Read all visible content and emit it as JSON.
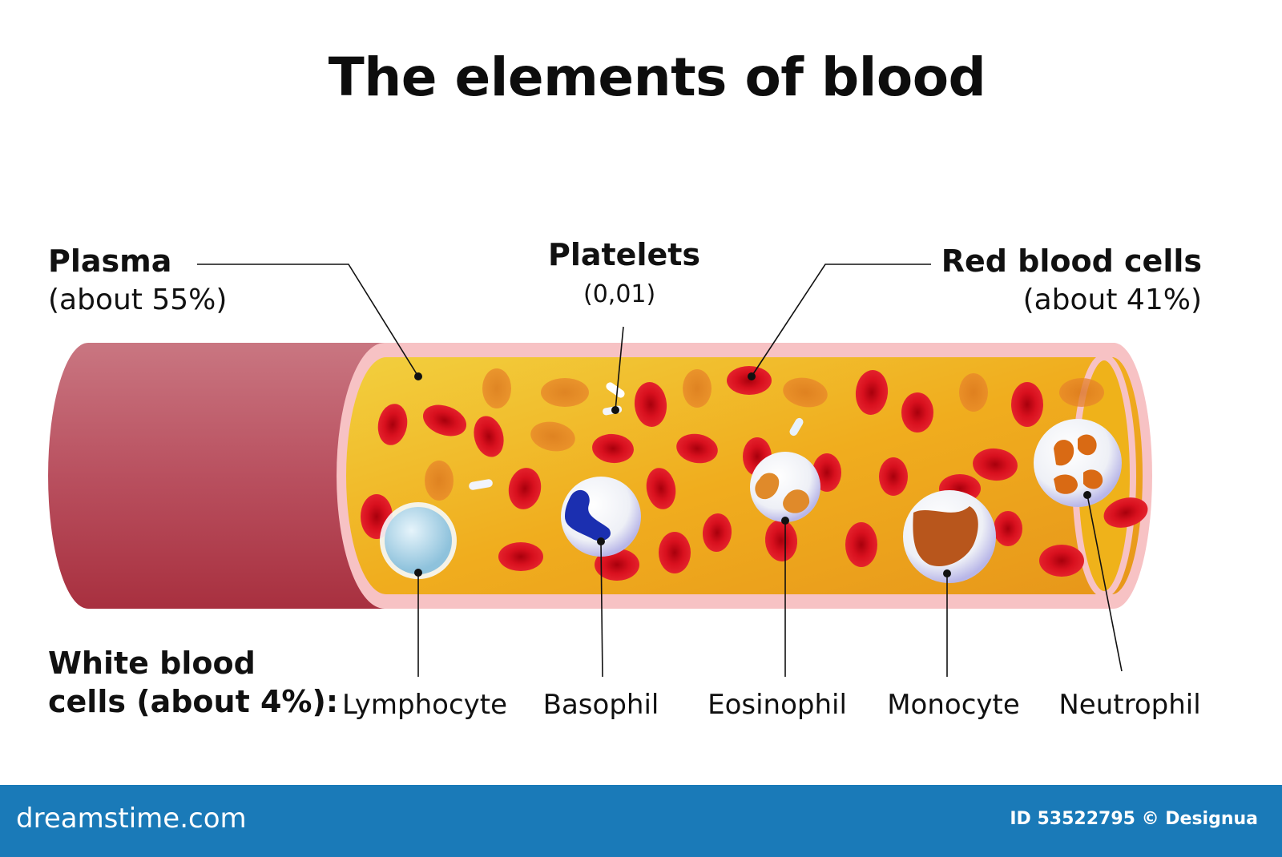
{
  "title": "The elements of blood",
  "plasma": {
    "name": "Plasma",
    "share": "(about 55%)"
  },
  "platelets": {
    "name": "Platelets",
    "share": "(0,01)"
  },
  "red_cells": {
    "name": "Red blood cells",
    "share": "(about 41%)"
  },
  "white_cells": {
    "line1": "White blood",
    "line2": "cells (about 4%):",
    "types": [
      "Lymphocyte",
      "Basophil",
      "Eosinophil",
      "Monocyte",
      "Neutrophil"
    ]
  },
  "footer": {
    "brand": "dreamstime.com",
    "id_text": "ID 53522795 © Designua"
  },
  "colors": {
    "vessel_outer": "#b5475a",
    "vessel_wall": "#f7c2c4",
    "plasma": "#efb21a",
    "red_cell": "#d40e1c",
    "footer": "#1a7ab8"
  }
}
